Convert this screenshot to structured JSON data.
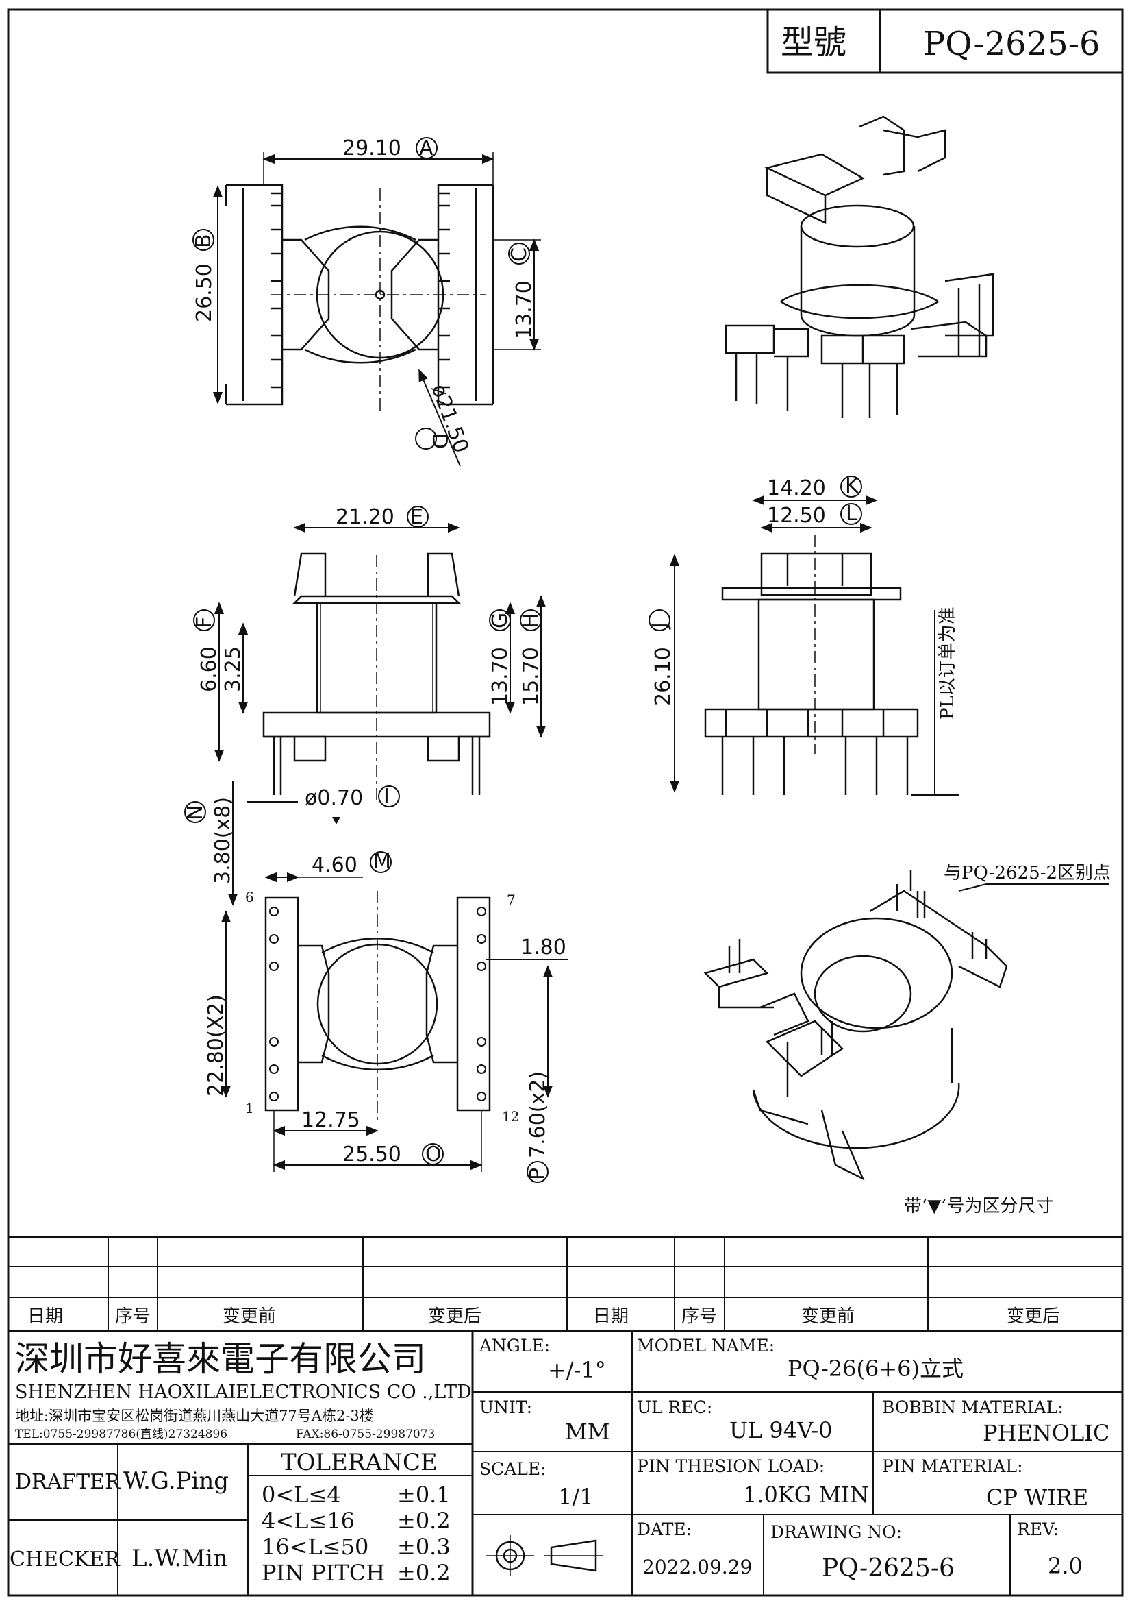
{
  "model_box": {
    "label": "型號",
    "value": "PQ-2625-6"
  },
  "dimensions": {
    "A": {
      "value": "29.10",
      "letter": "A"
    },
    "B": {
      "value": "26.50",
      "letter": "B"
    },
    "C": {
      "value": "13.70",
      "letter": "C"
    },
    "D": {
      "value": "ø21.50",
      "letter": "D"
    },
    "E": {
      "value": "21.20",
      "letter": "E"
    },
    "F": {
      "value": "6.60",
      "letter": "F"
    },
    "F2": {
      "value": "3.25"
    },
    "G": {
      "value": "13.70",
      "letter": "G"
    },
    "H": {
      "value": "15.70",
      "letter": "H"
    },
    "I": {
      "value": "ø0.70",
      "letter": "I"
    },
    "J": {
      "value": "26.10",
      "letter": "J"
    },
    "K": {
      "value": "14.20",
      "letter": "K"
    },
    "L": {
      "value": "12.50",
      "letter": "L"
    },
    "M": {
      "value": "4.60",
      "letter": "M"
    },
    "N": {
      "value": "3.80(x8)",
      "letter": "N"
    },
    "O": {
      "value": "25.50",
      "letter": "O"
    },
    "P": {
      "value": "7.60(x2)",
      "letter": "P"
    },
    "Q": {
      "value": "22.80(X2)"
    },
    "R": {
      "value": "12.75"
    },
    "S": {
      "value": "1.80"
    }
  },
  "pin_numbers": {
    "p1": "1",
    "p6": "6",
    "p7": "7",
    "p12": "12"
  },
  "notes": {
    "pl": "PL以订单为准",
    "diff": "与PQ-2625-2区别点",
    "mark": "带‘▼’号为区分尺寸"
  },
  "revision_table": {
    "headers": [
      "日期",
      "序号",
      "变更前",
      "变更后",
      "日期",
      "序号",
      "变更前",
      "变更后"
    ]
  },
  "company": {
    "name_cn": "深圳市好喜來電子有限公司",
    "name_en": "SHENZHEN HAOXILAIELECTRONICS CO .,LTD",
    "address": "地址:深圳市宝安区松岗街道燕川燕山大道77号A栋2-3楼",
    "tel": "TEL:0755-29987786(直线)27324896",
    "fax": "FAX:86-0755-29987073"
  },
  "people": {
    "drafter_label": "DRAFTER",
    "drafter": "W.G.Ping",
    "checker_label": "CHECKER",
    "checker": "L.W.Min"
  },
  "tolerance": {
    "title": "TOLERANCE",
    "rows": [
      {
        "range": "0<L≤4",
        "tol": "±0.1"
      },
      {
        "range": "4<L≤16",
        "tol": "±0.2"
      },
      {
        "range": "16<L≤50",
        "tol": "±0.3"
      },
      {
        "range": "PIN PITCH",
        "tol": "±0.2"
      }
    ]
  },
  "specs": {
    "angle_label": "ANGLE:",
    "angle": "+/-1°",
    "unit_label": "UNIT:",
    "unit": "MM",
    "scale_label": "SCALE:",
    "scale": "1/1",
    "model_label": "MODEL NAME:",
    "model": "PQ-26(6+6)立式",
    "ul_label": "UL REC:",
    "ul": "UL 94V-0",
    "bobbin_label": "BOBBIN MATERIAL:",
    "bobbin": "PHENOLIC",
    "pin_load_label": "PIN THESION LOAD:",
    "pin_load": "1.0KG MIN",
    "pin_mat_label": "PIN MATERIAL:",
    "pin_mat": "CP  WIRE",
    "date_label": "DATE:",
    "date": "2022.09.29",
    "drawing_label": "DRAWING NO:",
    "drawing": "PQ-2625-6",
    "rev_label": "REV:",
    "rev": "2.0"
  }
}
